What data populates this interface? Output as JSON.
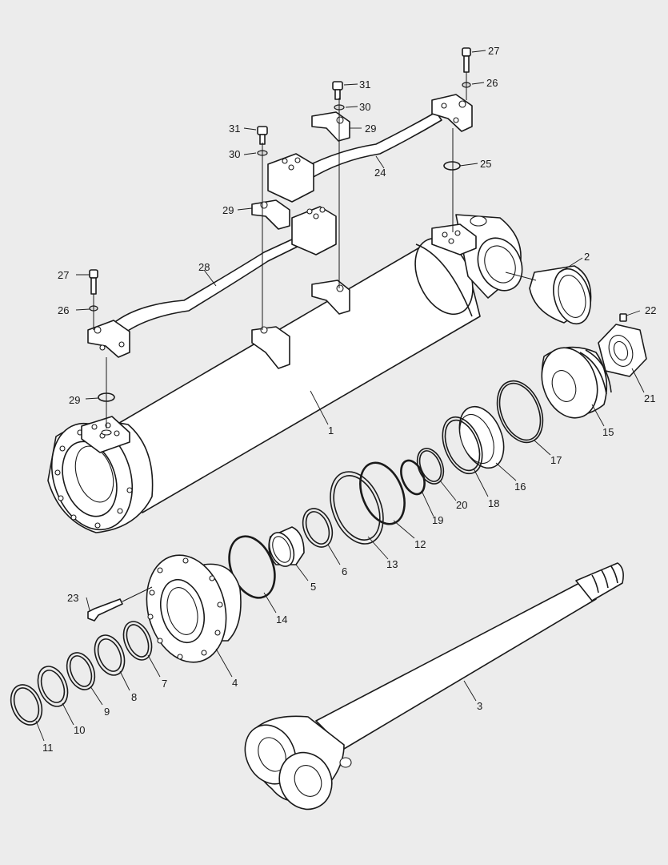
{
  "diagram": {
    "background": "#ececec",
    "line_color": "#1a1a1a",
    "callouts": {
      "c1": "1",
      "c2": "2",
      "c3": "3",
      "c4": "4",
      "c5": "5",
      "c6": "6",
      "c7": "7",
      "c8": "8",
      "c9": "9",
      "c10": "10",
      "c11": "11",
      "c12": "12",
      "c13": "13",
      "c14": "14",
      "c15": "15",
      "c16": "16",
      "c17": "17",
      "c18": "18",
      "c19": "19",
      "c20": "20",
      "c21": "21",
      "c22": "22",
      "c23": "23",
      "c24": "24",
      "c25": "25",
      "c26a": "26",
      "c26b": "26",
      "c27a": "27",
      "c27b": "27",
      "c28": "28",
      "c29a": "29",
      "c29b": "29",
      "c29c": "29",
      "c30a": "30",
      "c30b": "30",
      "c31a": "31",
      "c31b": "31"
    }
  }
}
